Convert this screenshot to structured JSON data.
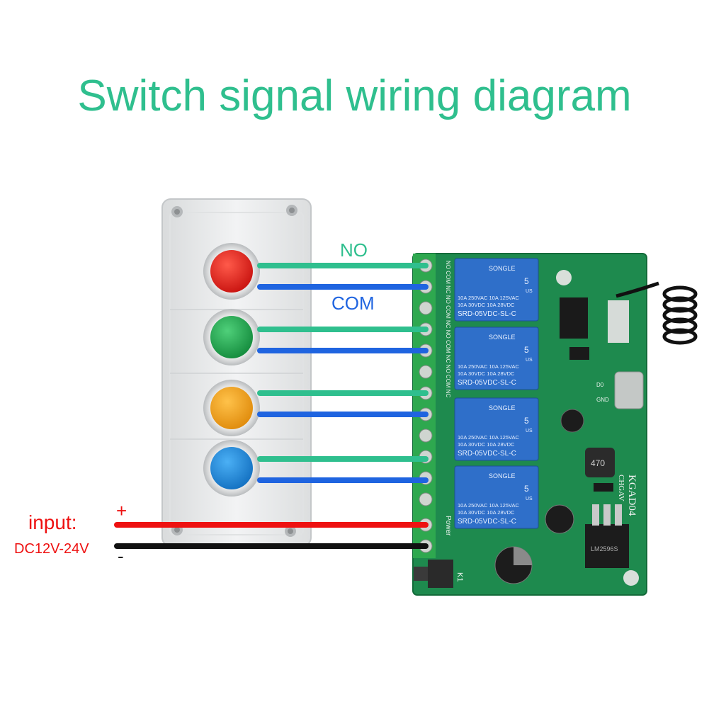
{
  "title": "Switch signal wiring diagram",
  "labels": {
    "no": "NO",
    "com": "COM",
    "input": "input:",
    "voltage": "DC12V-24V",
    "plus": "+",
    "minus": "-"
  },
  "board": {
    "relays": [
      {
        "brand": "SONGLE",
        "specs1": "10A 250VAC  10A 125VAC",
        "specs2": "10A  30VDC  10A  28VDC",
        "model": "SRD-05VDC-SL-C",
        "five": "5",
        "us": "US"
      },
      {
        "brand": "SONGLE",
        "specs1": "10A 250VAC  10A 125VAC",
        "specs2": "10A  30VDC  10A  28VDC",
        "model": "SRD-05VDC-SL-C",
        "five": "5",
        "us": "US"
      },
      {
        "brand": "SONGLE",
        "specs1": "10A 250VAC  10A 125VAC",
        "specs2": "10A  30VDC  10A  28VDC",
        "model": "SRD-05VDC-SL-C",
        "five": "5",
        "us": "US"
      },
      {
        "brand": "SONGLE",
        "specs1": "10A 250VAC  10A 125VAC",
        "specs2": "10A  30VDC  10A  28VDC",
        "model": "SRD-05VDC-SL-C",
        "five": "5",
        "us": "US"
      }
    ],
    "terminal_labels": "NO COM NC NO COM NC NO COM NC NO COM NC",
    "power_label": "Power",
    "model_label": "KGAD04",
    "brand_label": "CHGAV",
    "inductor": "470",
    "regulator": "LM2596S",
    "k1": "K1",
    "gnd": "GND",
    "d0": "D0"
  },
  "colors": {
    "title": "#2fbf8e",
    "no_wire": "#2fbf8e",
    "com_wire": "#1f64e0",
    "power_pos": "#ee1111",
    "power_neg": "#111111",
    "pcb": "#1e8a4e",
    "relay": "#2f6fc9",
    "button_red": "#e8201c",
    "button_green": "#1fa94f",
    "button_yellow": "#f0a019",
    "button_blue": "#1a86d9"
  },
  "buttons": [
    {
      "color": "red"
    },
    {
      "color": "green"
    },
    {
      "color": "yellow"
    },
    {
      "color": "blue"
    }
  ]
}
